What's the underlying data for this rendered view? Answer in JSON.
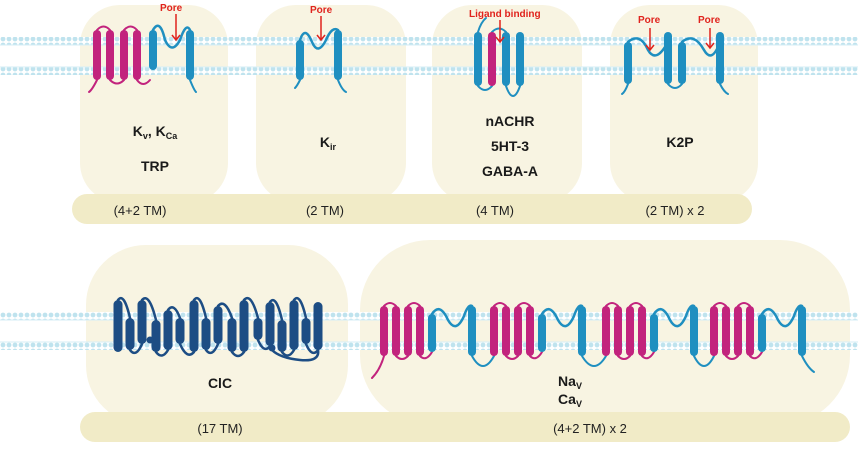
{
  "colors": {
    "magenta": "#c2237d",
    "blue": "#1f8fc0",
    "navy": "#1d4d84",
    "membrane": "#bfe3ee",
    "panel": "#f8f4e2",
    "bar": "#f1ebc7",
    "arrow": "#e0231d"
  },
  "panels": [
    {
      "id": "kv",
      "labels": [
        "K",
        "v",
        ", K",
        "Ca",
        "TRP"
      ],
      "bar": "(4+2 TM)",
      "pore": "Pore"
    },
    {
      "id": "kir",
      "labels": [
        "K",
        "ir"
      ],
      "bar": "(2 TM)",
      "pore": "Pore"
    },
    {
      "id": "nachr",
      "labels": [
        "nACHR",
        "5HT-3",
        "GABA-A"
      ],
      "bar": "(4 TM)",
      "pore": "Ligand binding"
    },
    {
      "id": "k2p",
      "labels": [
        "K2P"
      ],
      "bar": "(2 TM) x 2",
      "pores": [
        "Pore",
        "Pore"
      ]
    },
    {
      "id": "clc",
      "labels": [
        "ClC"
      ],
      "bar": "(17 TM)"
    },
    {
      "id": "nav",
      "labels": [
        "Na",
        "V",
        "Ca",
        "V"
      ],
      "bar": "(4+2 TM) x 2"
    }
  ]
}
